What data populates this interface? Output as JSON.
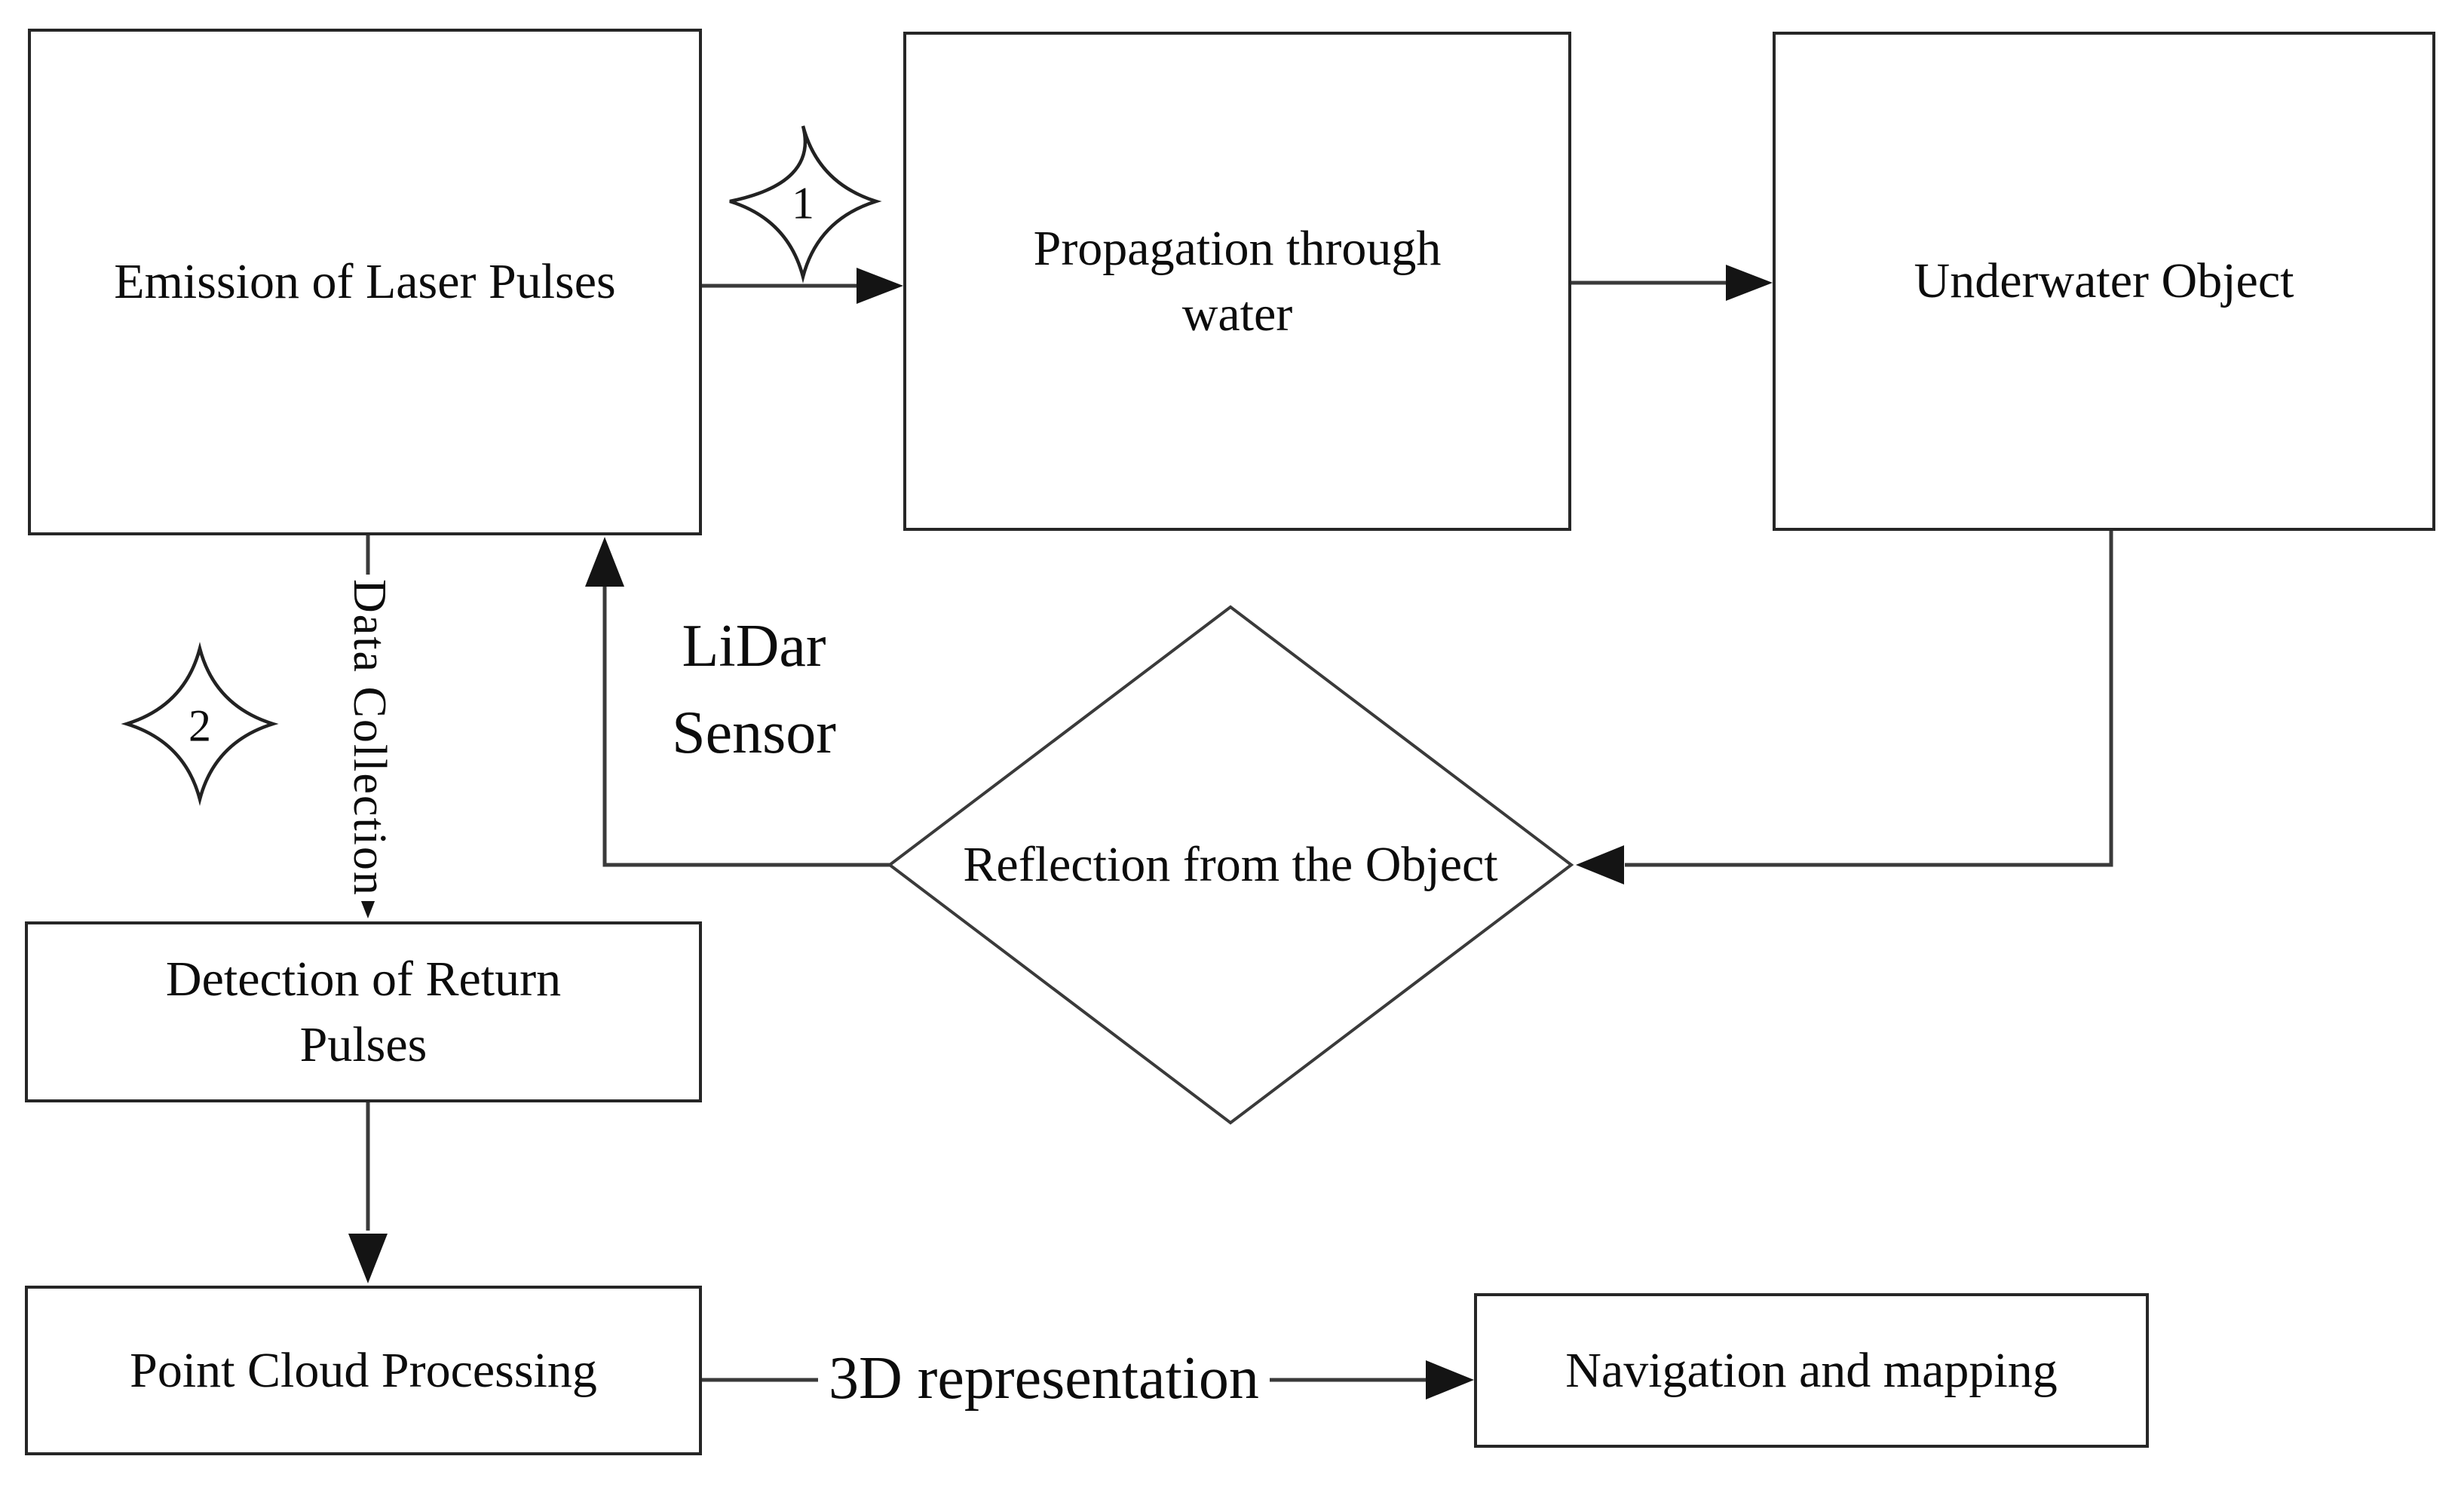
{
  "diagram": {
    "background": "#ffffff",
    "stroke_color": "#3a3a3a",
    "text_color": "#0c0c0c",
    "nodes": {
      "emission": {
        "label": "Emission of Laser Pulses"
      },
      "propagation": {
        "label": "Propagation through water"
      },
      "underwater": {
        "label": "Underwater Object"
      },
      "reflection": {
        "label": "Reflection from the Object"
      },
      "detection": {
        "label": "Detection of Return Pulses"
      },
      "pointcloud": {
        "label": "Point Cloud Processing"
      },
      "navigation": {
        "label": "Navigation and mapping"
      }
    },
    "edge_labels": {
      "data_collection": "Data Collection",
      "lidar_sensor": "LiDar Sensor",
      "representation": "3D representation"
    },
    "markers": {
      "star1": "1",
      "star2": "2"
    }
  }
}
